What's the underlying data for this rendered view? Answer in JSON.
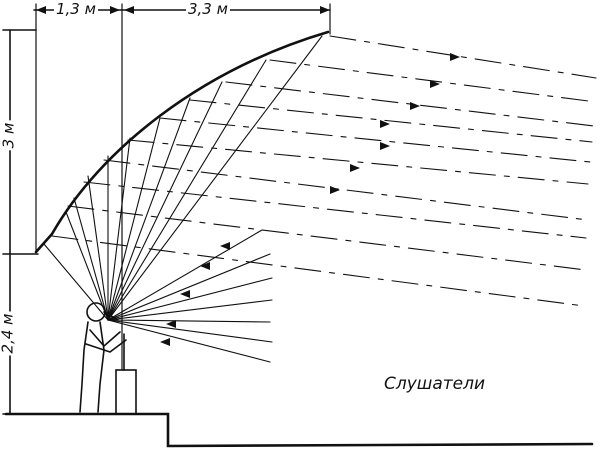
{
  "dimensions": {
    "width_speaker_to_wall": "1,3 м",
    "width_wall_to_edge": "3,3 м",
    "height_reflector": "3 м",
    "height_speaker": "2,4 м"
  },
  "labels": {
    "audience": "Слушатели"
  }
}
